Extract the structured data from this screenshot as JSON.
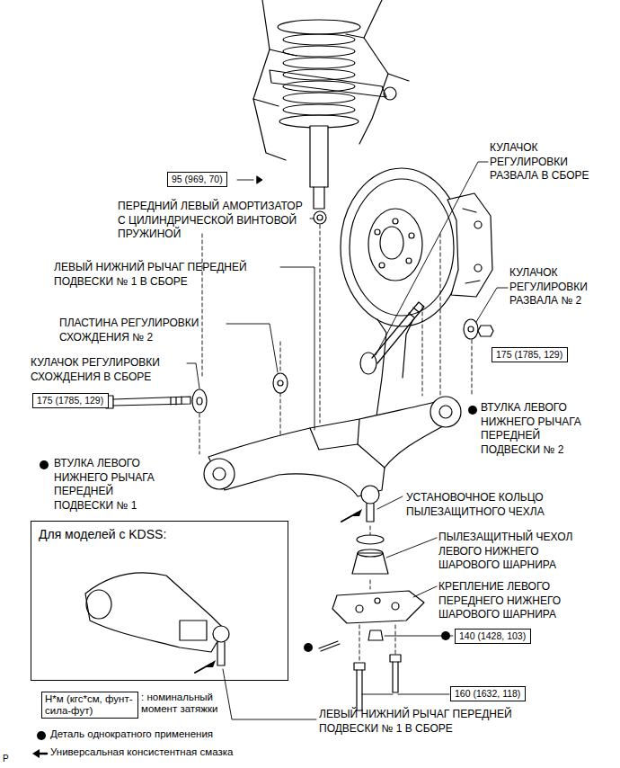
{
  "diagram": {
    "nodes": [
      {
        "text": [
          "95 (969, 70)"
        ]
      },
      {
        "text": [
          "175 (1785, 129)"
        ]
      },
      {
        "text": [
          "175 (1785, 129)"
        ]
      },
      {
        "text": [
          "Для моделей с KDSS:"
        ]
      },
      {
        "text": [
          "140 (1428, 103)"
        ]
      },
      {
        "text": [
          "160 (1632, 118)"
        ]
      },
      {
        "text": [
          "Н*м (кгс*см, фунт-сила-фут)"
        ]
      }
    ],
    "labels": [
      "КУЛАЧОК РЕГУЛИРОВКИ РАЗВАЛА В СБОРЕ",
      "ПЕРЕДНИЙ ЛЕВЫЙ АМОРТИЗАТОР С ЦИЛИНДРИЧЕСКОЙ ВИНТОВОЙ ПРУЖИНОЙ",
      "КУЛАЧОК РЕГУЛИРОВКИ РАЗВАЛА № 2",
      "ЛЕВЫЙ НИЖНИЙ РЫЧАГ ПЕРЕДНЕЙ ПОДВЕСКИ № 1 В СБОРЕ",
      "ПЛАСТИНА РЕГУЛИРОВКИ СХОЖДЕНИЯ № 2",
      "КУЛАЧОК РЕГУЛИРОВКИ СХОЖДЕНИЯ В СБОРЕ",
      "ВТУЛКА ЛЕВОГО НИЖНЕГО РЫЧАГА ПЕРЕДНЕЙ ПОДВЕСКИ № 2",
      "ВТУЛКА ЛЕВОГО НИЖНЕГО РЫЧАГА ПЕРЕДНЕЙ ПОДВЕСКИ № 1",
      "УСТАНОВОЧНОЕ КОЛЬЦО ПЫЛЕЗАЩИТНОГО ЧЕХЛА",
      "ПЫЛЕЗАЩИТНЫЙ ЧЕХОЛ ЛЕВОГО НИЖНЕГО ШАРОВОГО ШАРНИРА",
      "КРЕПЛЕНИЕ ЛЕВОГО ПЕРЕДНЕГО НИЖНЕГО ШАРОВОГО ШАРНИРА",
      "ЛЕВЫЙ НИЖНИЙ РЫЧАГ ПЕРЕДНЕЙ ПОДВЕСКИ № 1 В СБОРЕ",
      "P"
    ],
    "legend": [
      {
        "text": ": номинальный момент затяжки"
      },
      {
        "text": "Деталь однократного применения"
      },
      {
        "text": "Универсальная консистентная смазка"
      }
    ]
  }
}
